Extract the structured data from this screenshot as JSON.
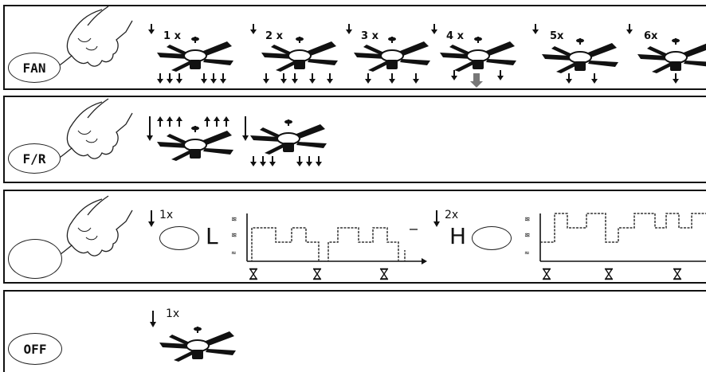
{
  "panels": {
    "fan": {
      "button_label": "FAN",
      "steps": [
        "1 x",
        "2 x",
        "3 x",
        "4 x",
        "5x",
        "6x"
      ]
    },
    "fr": {
      "button_label": "F/R"
    },
    "breeze": {
      "low_count": "1x",
      "low_label": "L",
      "high_count": "2x",
      "high_label": "H"
    },
    "off": {
      "button_label": "OFF",
      "count": "1x"
    }
  },
  "icons": {
    "hand": "hand-pressing-icon",
    "fan": "ceiling-fan-icon",
    "down_arrow": "down-arrow-icon",
    "wind": "wind-waves-icon",
    "hourglass": "hourglass-icon"
  }
}
